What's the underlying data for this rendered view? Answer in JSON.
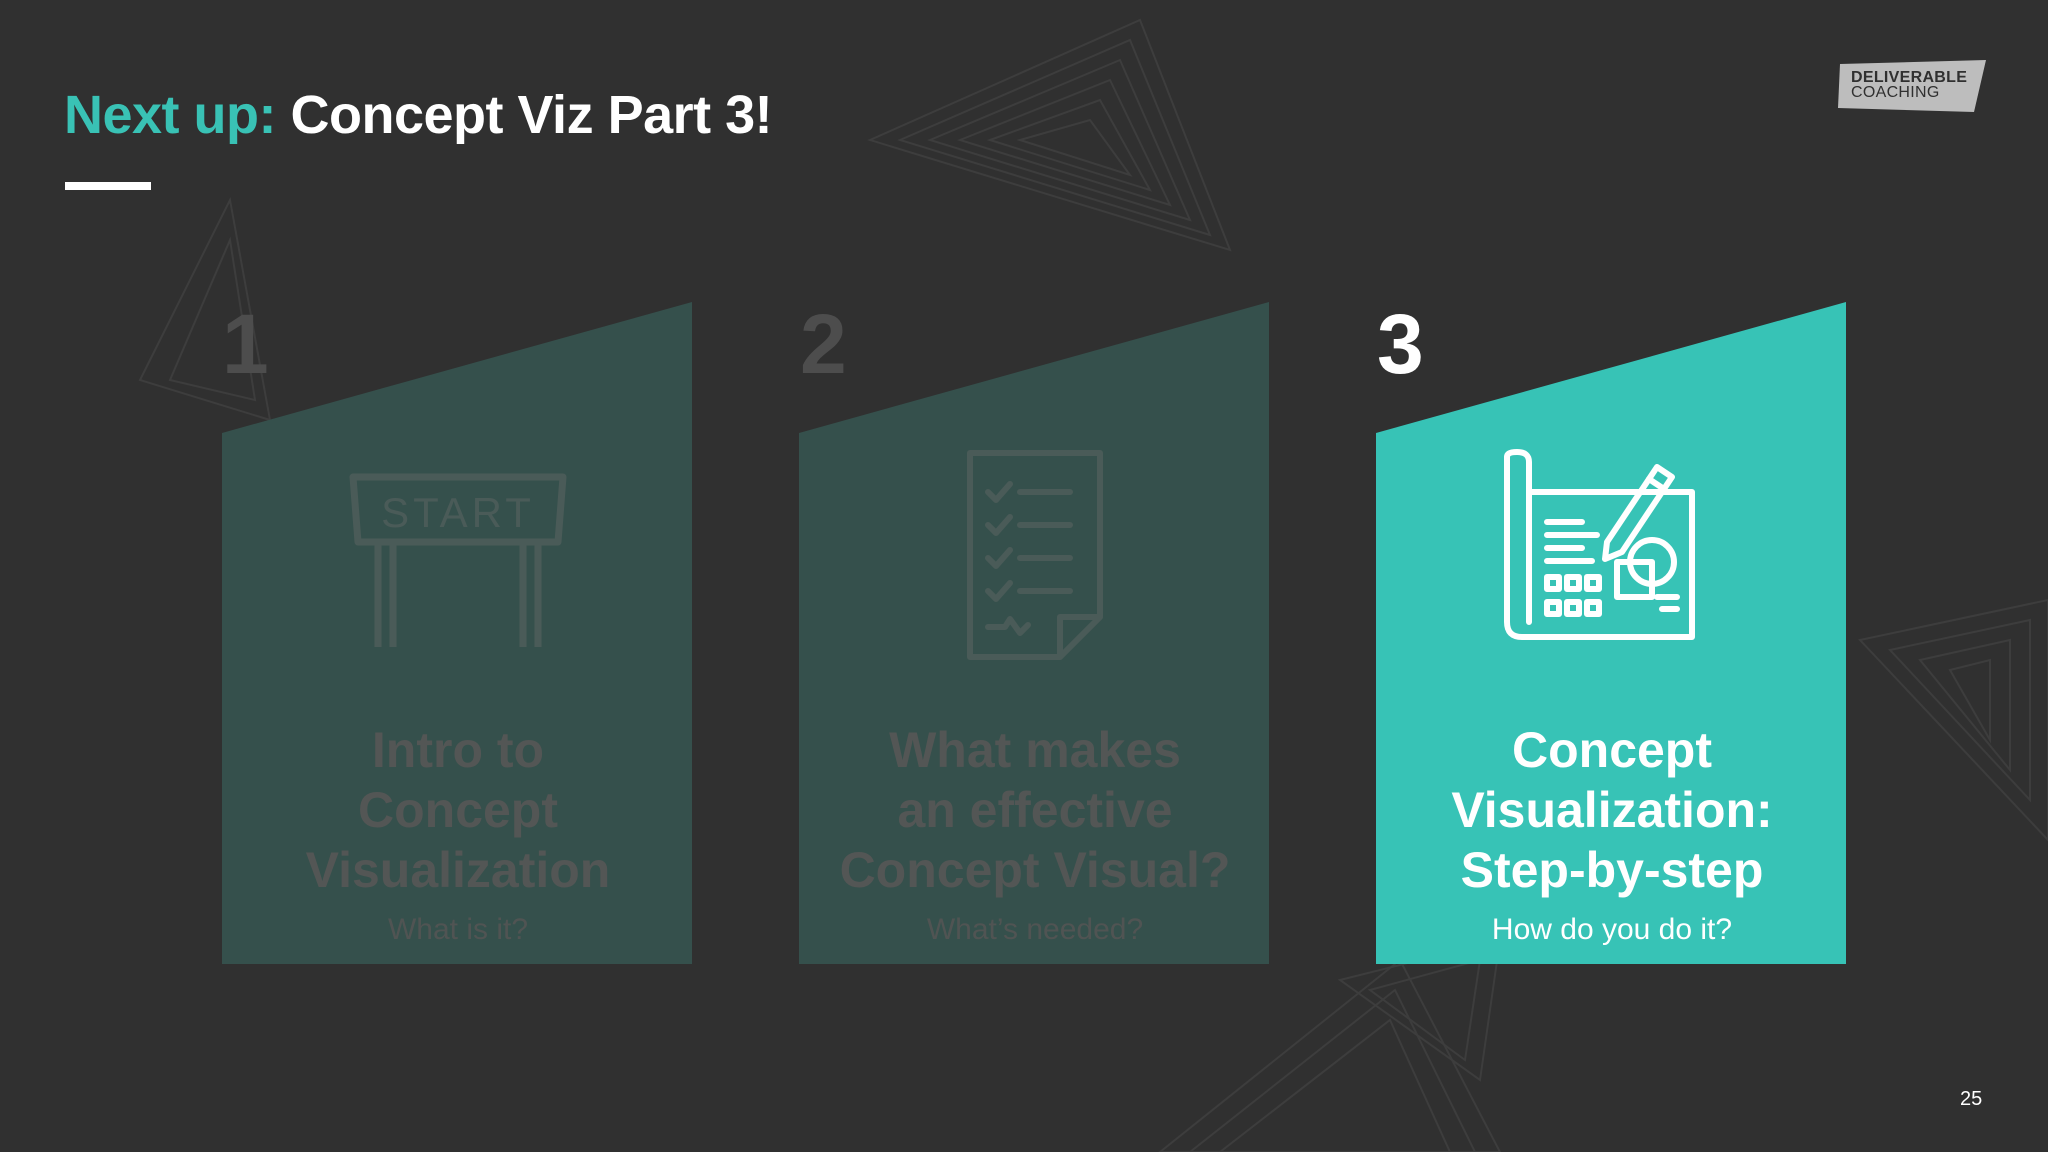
{
  "title": {
    "accent": "Next up:",
    "main": "Concept Viz Part 3!"
  },
  "logo": {
    "line1": "DELIVERABLE",
    "line2": "COACHING"
  },
  "cards": [
    {
      "number": "1",
      "title_lines": [
        "Intro to",
        "Concept",
        "Visualization"
      ],
      "subtitle": "What is it?",
      "icon": "start-banner-icon",
      "state": "inactive"
    },
    {
      "number": "2",
      "title_lines": [
        "What makes",
        "an effective",
        "Concept Visual?"
      ],
      "subtitle": "What’s needed?",
      "icon": "checklist-document-icon",
      "state": "inactive"
    },
    {
      "number": "3",
      "title_lines": [
        "Concept",
        "Visualization:",
        "Step-by-step"
      ],
      "subtitle": "How do you do it?",
      "icon": "blueprint-design-icon",
      "state": "active"
    }
  ],
  "page_number": "25",
  "colors": {
    "background": "#303030",
    "accent": "#39c2b5",
    "card_inactive": "#35504c",
    "card_active": "#37c3b6",
    "number_inactive": "#4d4d4d"
  }
}
